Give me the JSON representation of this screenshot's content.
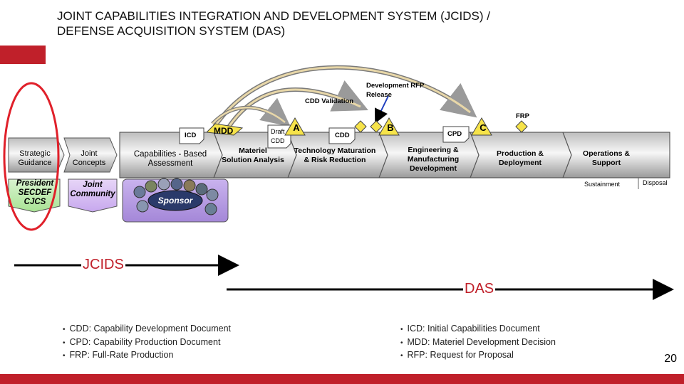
{
  "slide": {
    "title_line1": "JOINT CAPABILITIES INTEGRATION AND DEVELOPMENT SYSTEM (JCIDS) /",
    "title_line2": "DEFENSE ACQUISITION SYSTEM (DAS)",
    "page_number": "20",
    "accent_color": "#c0202a"
  },
  "top_labels": {
    "dev_rfp_line1": "Development RFP",
    "dev_rfp_line2": "Release",
    "cdd_validation": "CDD Validation",
    "frp": "FRP"
  },
  "documents": {
    "icd": "ICD",
    "mdd": "MDD",
    "draft_line1": "Draft",
    "draft_line2": "CDD",
    "cdd": "CDD",
    "cpd": "CPD"
  },
  "milestones": {
    "a": "A",
    "b": "B",
    "c": "C"
  },
  "left_column": {
    "strategic_line1": "Strategic",
    "strategic_line2": "Guidance",
    "joint_line1": "Joint",
    "joint_line2": "Concepts",
    "president": "President",
    "secdef": "SECDEF",
    "cjcs": "CJCS",
    "joint_comm_line1": "Joint",
    "joint_comm_line2": "Community"
  },
  "phases": {
    "cba_line1": "Capabilities - Based",
    "cba_line2": "Assessment",
    "msa_line1": "Materiel",
    "msa_line2": "Solution Analysis",
    "tmrr_line1": "Technology Maturation",
    "tmrr_line2": "& Risk Reduction",
    "emd_line1": "Engineering &",
    "emd_line2": "Manufacturing",
    "emd_line3": "Development",
    "pd_line1": "Production &",
    "pd_line2": "Deployment",
    "os_line1": "Operations &",
    "os_line2": "Support",
    "sustainment": "Sustainment",
    "disposal": "Disposal"
  },
  "sponsor": {
    "label": "Sponsor"
  },
  "timelines": {
    "jcids": "JCIDS",
    "das": "DAS"
  },
  "legend_left": [
    "CDD: Capability Development Document",
    "CPD: Capability Production Document",
    "FRP: Full-Rate Production"
  ],
  "legend_right": [
    "ICD: Initial Capabilities Document",
    "MDD: Materiel Development Decision",
    "RFP: Request for Proposal"
  ]
}
